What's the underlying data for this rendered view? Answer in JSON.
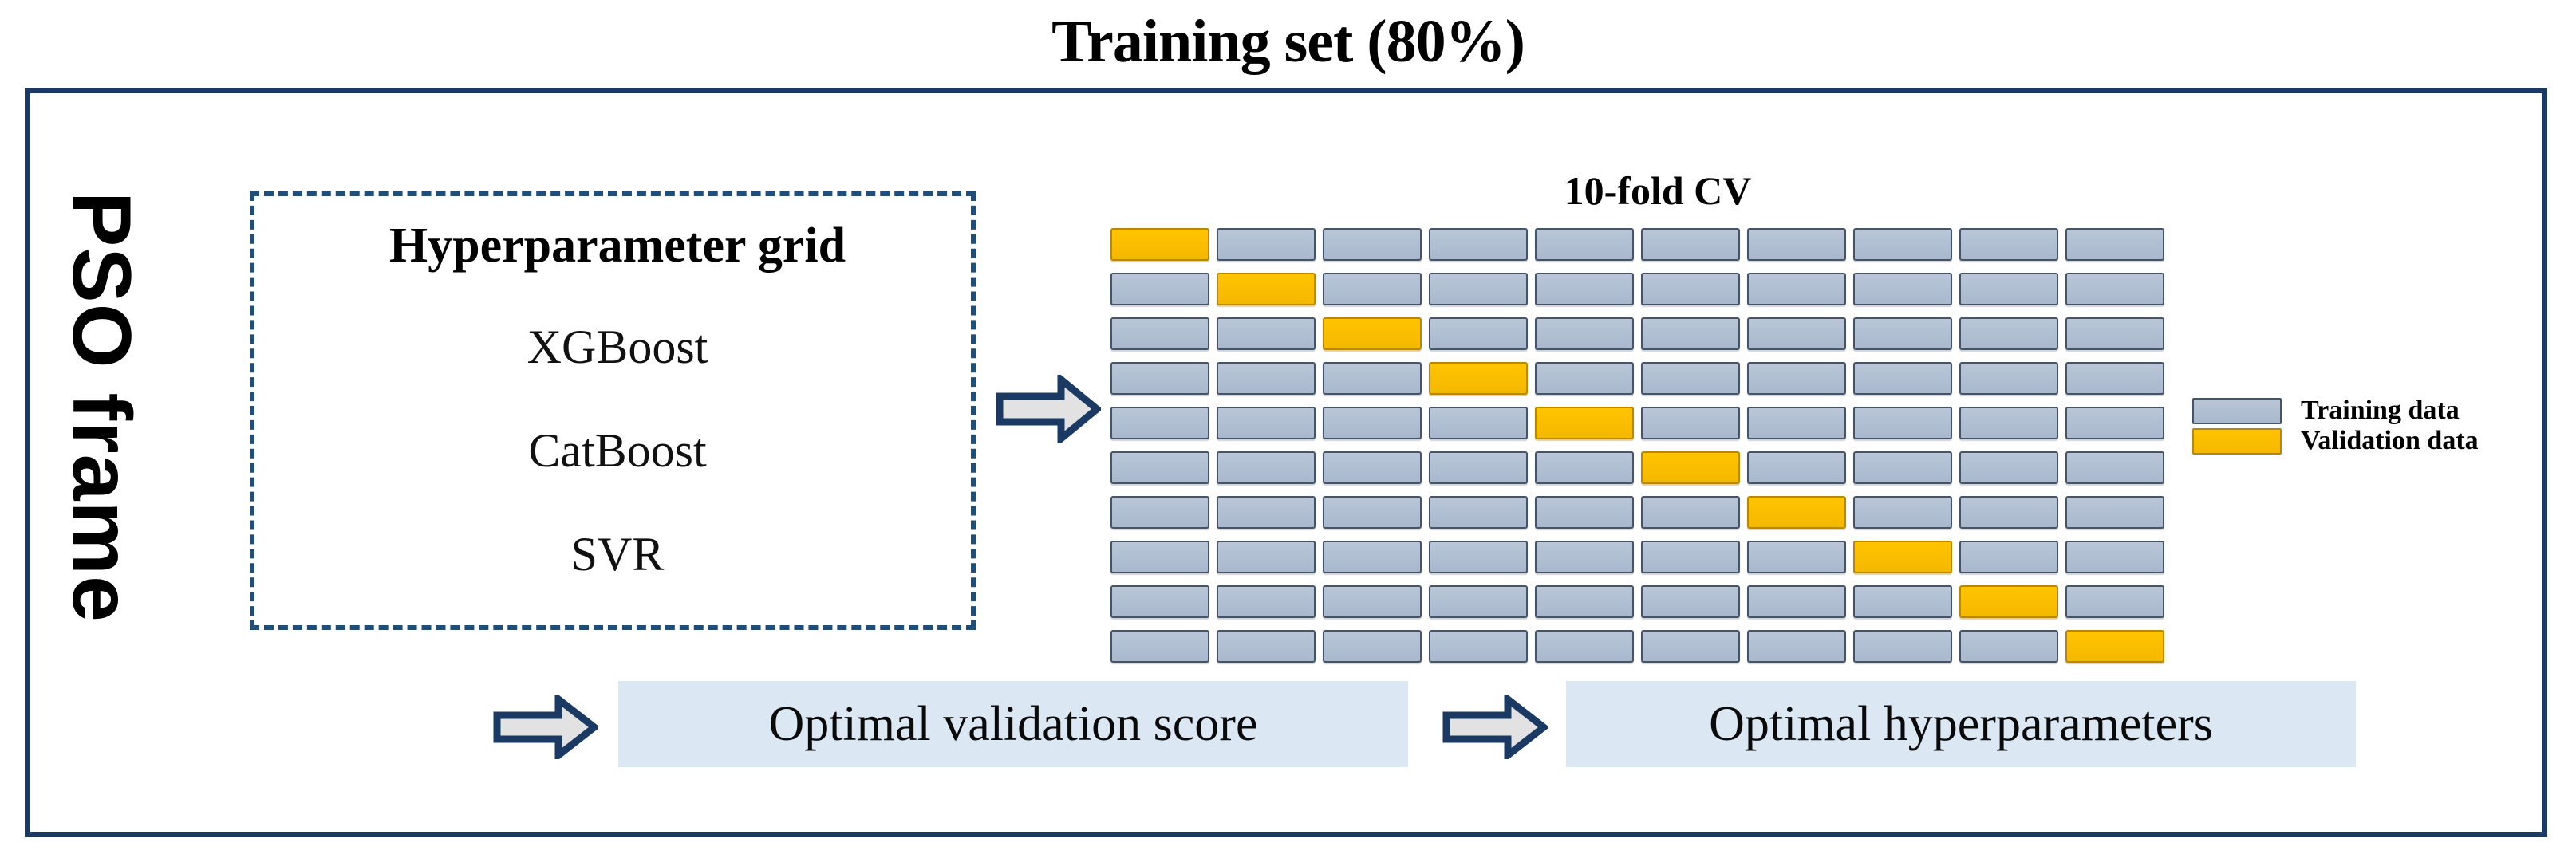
{
  "title": "Training set (80%)",
  "frame": {
    "side_label": "PSO frame",
    "border_color": "#1b3a63"
  },
  "hyperparameter_grid": {
    "heading": "Hyperparameter grid",
    "models": [
      "XGBoost",
      "CatBoost",
      "SVR"
    ],
    "border_color": "#1f4e79",
    "border_style": "dashed"
  },
  "cross_validation": {
    "heading": "10-fold CV",
    "folds": 10,
    "columns": 10,
    "rows": 10,
    "pattern": "diagonal",
    "train_color": "#aab8cd",
    "validation_color": "#ffc000",
    "cells": [
      [
        "valid",
        "train",
        "train",
        "train",
        "train",
        "train",
        "train",
        "train",
        "train",
        "train"
      ],
      [
        "train",
        "valid",
        "train",
        "train",
        "train",
        "train",
        "train",
        "train",
        "train",
        "train"
      ],
      [
        "train",
        "train",
        "valid",
        "train",
        "train",
        "train",
        "train",
        "train",
        "train",
        "train"
      ],
      [
        "train",
        "train",
        "train",
        "valid",
        "train",
        "train",
        "train",
        "train",
        "train",
        "train"
      ],
      [
        "train",
        "train",
        "train",
        "train",
        "valid",
        "train",
        "train",
        "train",
        "train",
        "train"
      ],
      [
        "train",
        "train",
        "train",
        "train",
        "train",
        "valid",
        "train",
        "train",
        "train",
        "train"
      ],
      [
        "train",
        "train",
        "train",
        "train",
        "train",
        "train",
        "valid",
        "train",
        "train",
        "train"
      ],
      [
        "train",
        "train",
        "train",
        "train",
        "train",
        "train",
        "train",
        "valid",
        "train",
        "train"
      ],
      [
        "train",
        "train",
        "train",
        "train",
        "train",
        "train",
        "train",
        "train",
        "valid",
        "train"
      ],
      [
        "train",
        "train",
        "train",
        "train",
        "train",
        "train",
        "train",
        "train",
        "train",
        "valid"
      ]
    ]
  },
  "legend": {
    "items": [
      {
        "label": "Training data",
        "color": "#aab8cd",
        "key": "train"
      },
      {
        "label": "Validation data",
        "color": "#ffc000",
        "key": "valid"
      }
    ]
  },
  "results": {
    "validation_score": "Optimal validation score",
    "hyperparameters": "Optimal hyperparameters",
    "box_color": "#dbe8f4"
  },
  "arrows": {
    "to_cv": "arrow-right",
    "to_validation_score": "arrow-right",
    "to_hyperparameters": "arrow-right",
    "outline_color": "#1b3a63",
    "fill_color": "#e0e0e0"
  }
}
